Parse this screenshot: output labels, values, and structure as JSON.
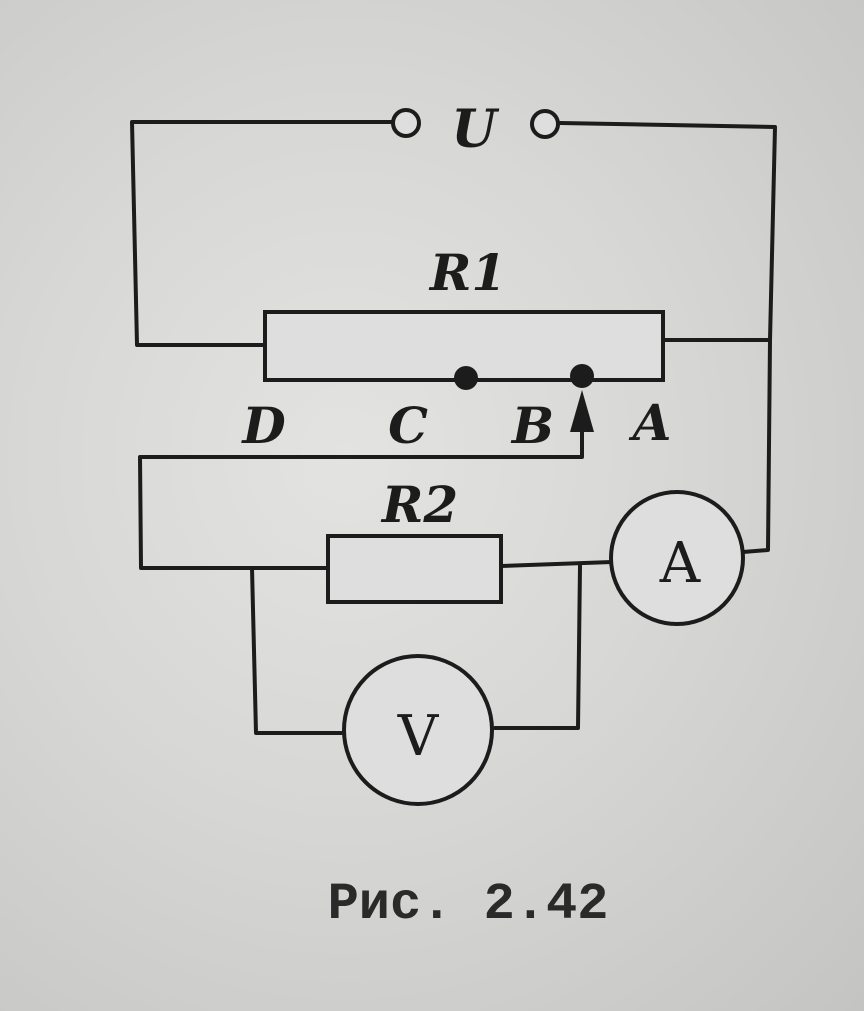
{
  "diagram": {
    "voltage_label": "U",
    "r1_label": "R1",
    "r2_label": "R2",
    "point_d": "D",
    "point_c": "C",
    "point_b": "B",
    "point_a": "A",
    "ammeter_label": "A",
    "voltmeter_label": "V",
    "caption": "Рис. 2.42"
  }
}
